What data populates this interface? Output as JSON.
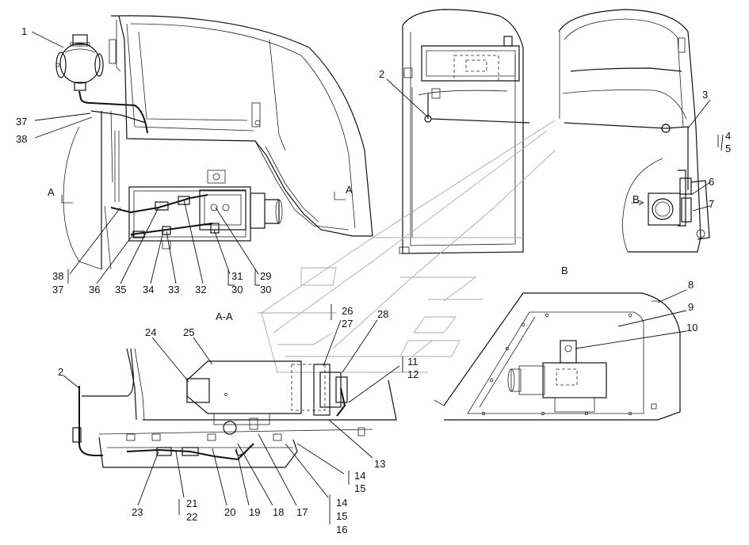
{
  "callouts": {
    "c1": "1",
    "c2a": "2",
    "c2b": "2",
    "c3": "3",
    "c4": "4",
    "c5": "5",
    "c6": "6",
    "c7": "7",
    "c8": "8",
    "c9": "9",
    "c10": "10",
    "c11": "11",
    "c12": "12",
    "c13": "13",
    "c14a": "14",
    "c15a": "15",
    "c14b": "14",
    "c15b": "15",
    "c16": "16",
    "c17": "17",
    "c18": "18",
    "c19": "19",
    "c20": "20",
    "c21": "21",
    "c22": "22",
    "c23": "23",
    "c24": "24",
    "c25": "25",
    "c26": "26",
    "c27": "27",
    "c28": "28",
    "c29": "29",
    "c30a": "30",
    "c30b": "30",
    "c31": "31",
    "c32": "32",
    "c33": "33",
    "c34": "34",
    "c35": "35",
    "c36": "36",
    "c37a": "37",
    "c37b": "37",
    "c38a": "38",
    "c38b": "38"
  },
  "section_markers": {
    "a_left": "A",
    "a_right": "A",
    "section_aa": "A-A",
    "view_b": "B",
    "b_arrow": "B"
  }
}
